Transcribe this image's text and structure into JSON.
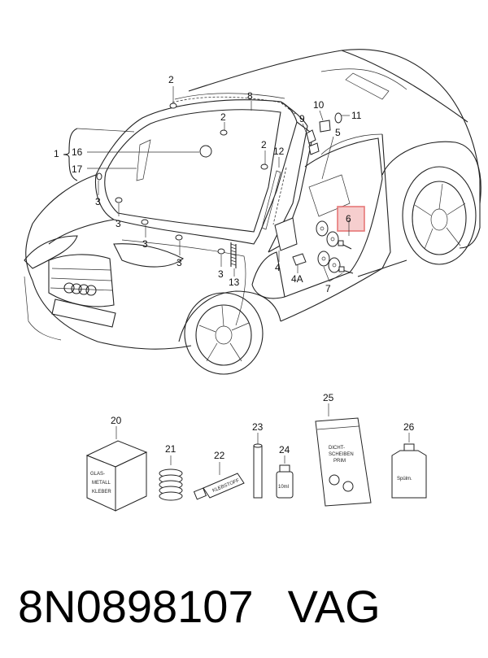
{
  "diagram": {
    "callouts": [
      "1",
      "2",
      "2",
      "2",
      "3",
      "3",
      "3",
      "3",
      "3",
      "4",
      "4A",
      "5",
      "6",
      "7",
      "8",
      "9",
      "10",
      "11",
      "12",
      "13",
      "16",
      "17",
      "20",
      "21",
      "22",
      "23",
      "24",
      "25",
      "26"
    ],
    "package_texts": {
      "box_20": [
        "GLAS-",
        "METALL",
        "KLEBER"
      ],
      "tube_22": "KLEBSTOFF",
      "bottle_24": "10ml",
      "pouch_25": [
        "DICHT-",
        "SCHEIBEN",
        "PRIM"
      ],
      "can_26": "Spülm."
    }
  },
  "caption": {
    "part_number": "8N0898107",
    "brand": "VAG"
  },
  "colors": {
    "line": "#222222",
    "highlight": "#e46a6a",
    "highlight_fill": "#f6c9c9"
  }
}
